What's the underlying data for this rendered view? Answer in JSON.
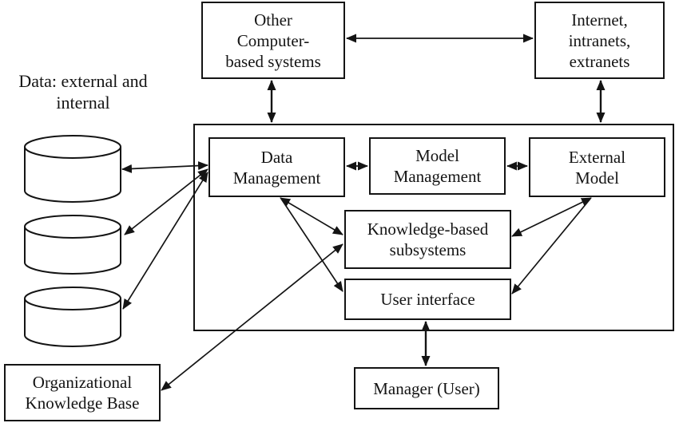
{
  "page": {
    "background": "#ffffff",
    "line_color": "#141414"
  },
  "labels": {
    "data_sources": "Data: external and\ninternal"
  },
  "boxes": {
    "other_systems": {
      "label": "Other\nComputer-\nbased systems"
    },
    "internet": {
      "label": "Internet,\nintranets,\nextranets"
    },
    "data_management": {
      "label": "Data\nManagement"
    },
    "model_management": {
      "label": "Model\nManagement"
    },
    "external_model": {
      "label": "External\nModel"
    },
    "knowledge_subsystems": {
      "label": "Knowledge-based\nsubsystems"
    },
    "user_interface": {
      "label": "User interface"
    },
    "manager": {
      "label": "Manager (User)"
    },
    "org_knowledge_base": {
      "label": "Organizational\nKnowledge Base"
    }
  },
  "connections": [
    {
      "from": "other-computer-based-systems",
      "to": "internet-intranets-extranets",
      "bidirectional": true
    },
    {
      "from": "other-computer-based-systems",
      "to": "dss-container",
      "bidirectional": true
    },
    {
      "from": "internet-intranets-extranets",
      "to": "dss-container",
      "bidirectional": true
    },
    {
      "from": "data-management",
      "to": "model-management",
      "bidirectional": true
    },
    {
      "from": "model-management",
      "to": "external-model",
      "bidirectional": true
    },
    {
      "from": "database-cylinder-1",
      "to": "data-management",
      "bidirectional": true
    },
    {
      "from": "database-cylinder-2",
      "to": "data-management",
      "bidirectional": true
    },
    {
      "from": "database-cylinder-3",
      "to": "data-management",
      "bidirectional": true
    },
    {
      "from": "data-management",
      "to": "knowledge-based-subsystems",
      "bidirectional": true
    },
    {
      "from": "data-management",
      "to": "user-interface",
      "bidirectional": true
    },
    {
      "from": "organizational-knowledge-base",
      "to": "knowledge-based-subsystems",
      "bidirectional": true
    },
    {
      "from": "external-model",
      "to": "knowledge-based-subsystems",
      "bidirectional": true
    },
    {
      "from": "external-model",
      "to": "user-interface",
      "bidirectional": true
    },
    {
      "from": "user-interface",
      "to": "manager-user",
      "bidirectional": true
    }
  ]
}
